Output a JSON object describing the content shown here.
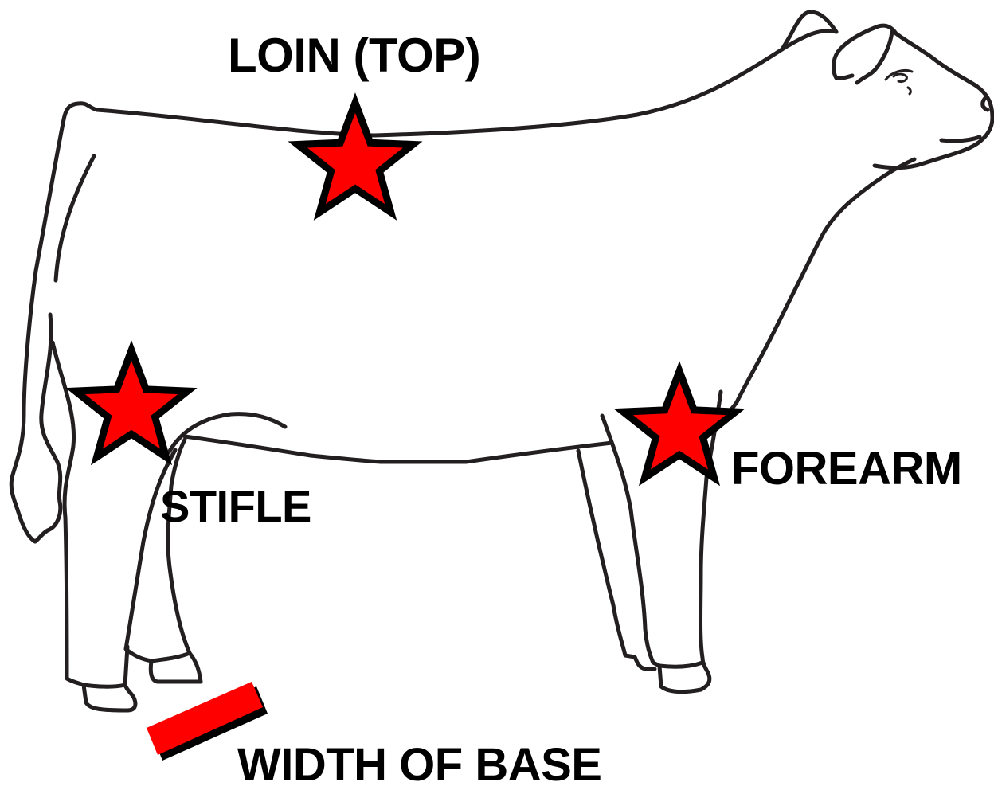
{
  "labels": {
    "loin": "LOIN (TOP)",
    "stifle": "STIFLE",
    "forearm": "FOREARM",
    "width_of_base": "WIDTH OF BASE"
  },
  "colors": {
    "outline": "#231f20",
    "marker_fill": "#ff0000",
    "marker_stroke": "#000000",
    "text": "#000000",
    "background": "#ffffff"
  },
  "icons": {
    "marker": "star-icon",
    "base_marker": "bar-icon"
  }
}
